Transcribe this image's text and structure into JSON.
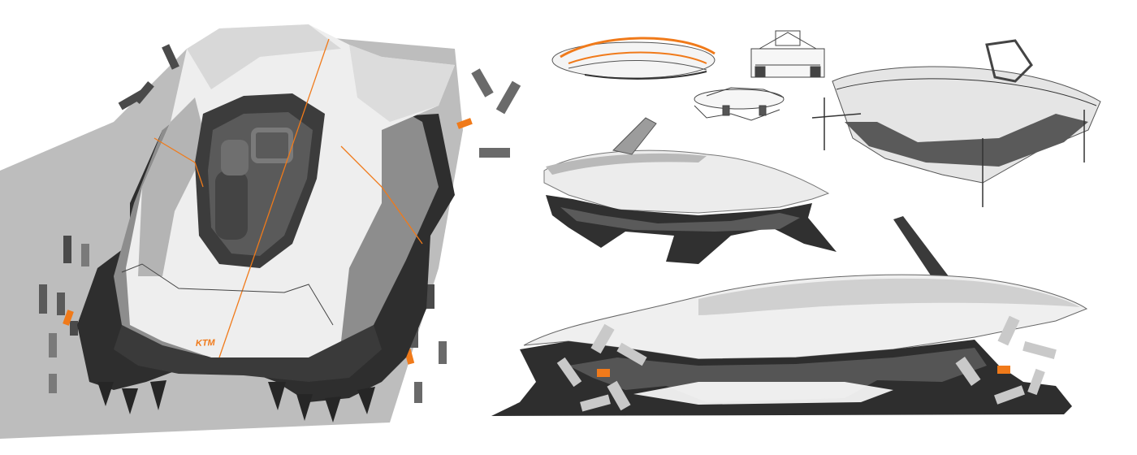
{
  "image": {
    "logo_text": "KTM",
    "colors": {
      "background": "#ffffff",
      "shadow": "#b9b9b9",
      "body_light": "#f2f2f2",
      "body_mid": "#9a9a9a",
      "body_dark": "#3a3a3a",
      "chassis_dark": "#2b2b2b",
      "accent": "#f07a1a",
      "sketch_line": "#555555"
    },
    "elements": [
      "top-view-car-render",
      "thumbnail-sketch-top-left",
      "thumbnail-sketch-front",
      "thumbnail-sketch-low",
      "thumbnail-sketch-three-quarter",
      "side-three-quarter-render",
      "side-profile-render"
    ]
  }
}
